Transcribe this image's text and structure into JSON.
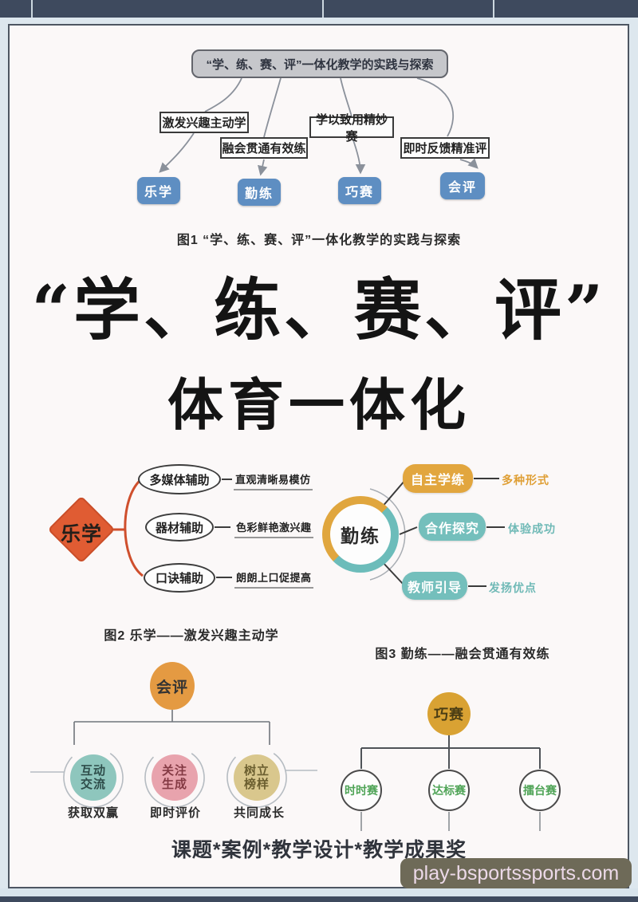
{
  "window": {
    "watermark": "play-bsportssports.com"
  },
  "figure1": {
    "title": "“学、练、赛、评”一体化教学的实践与探索",
    "branch_boxes": [
      "激发兴趣主动学",
      "融会贯通有效练",
      "学以致用精妙赛",
      "即时反馈精准评"
    ],
    "nodes": [
      "乐学",
      "勤练",
      "巧赛",
      "会评"
    ],
    "caption": "图1 “学、练、赛、评”一体化教学的实践与探索"
  },
  "headline": {
    "line1": "“学、练、赛、评”",
    "line2": "体育一体化"
  },
  "figure2": {
    "root": "乐学",
    "branches": [
      {
        "node": "多媒体辅助",
        "label": "直观清晰易模仿"
      },
      {
        "node": "器材辅助",
        "label": "色彩鲜艳激兴趣"
      },
      {
        "node": "口诀辅助",
        "label": "朗朗上口促提高"
      }
    ],
    "caption": "图2 乐学——激发兴趣主动学"
  },
  "figure3": {
    "root": "勤练",
    "branches": [
      {
        "node": "自主学练",
        "label": "多种形式"
      },
      {
        "node": "合作探究",
        "label": "体验成功"
      },
      {
        "node": "教师引导",
        "label": "发扬优点"
      }
    ],
    "caption": "图3 勤练——融会贯通有效练"
  },
  "figure4": {
    "root": "会评",
    "children": [
      {
        "node_line1": "互动",
        "node_line2": "交流",
        "label": "获取双赢"
      },
      {
        "node_line1": "关注",
        "node_line2": "生成",
        "label": "即时评价"
      },
      {
        "node_line1": "树立",
        "node_line2": "榜样",
        "label": "共同成长"
      }
    ]
  },
  "figure5": {
    "root": "巧赛",
    "children": [
      "时时赛",
      "达标赛",
      "擂台赛"
    ]
  },
  "footer": {
    "line": "课题*案例*教学设计*教学成果奖"
  },
  "colors": {
    "node_blue": "#5e8ec2",
    "diamond_orange": "#e05c33",
    "gold": "#e0a63e",
    "teal": "#74bfbc",
    "pink": "#e8a3ad",
    "tan": "#d9c78d",
    "race_green": "#4fa457",
    "watermark_bg": "#6e6a58",
    "frame_dark": "#3e4a5e"
  }
}
